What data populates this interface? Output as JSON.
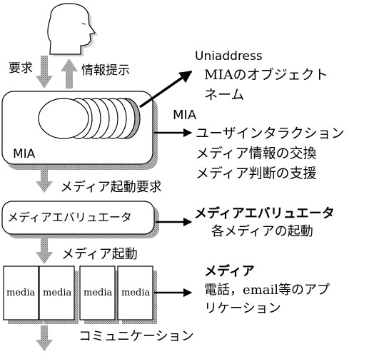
{
  "user": {
    "request_label": "要求",
    "info_label": "情報提示"
  },
  "mia": {
    "box_label": "MIA",
    "side_label": "MIA",
    "functions": [
      "ユーザインタラクション",
      "メディア情報の交換",
      "メディア判断の支援"
    ]
  },
  "uniaddress": {
    "title": "Uniaddress",
    "desc_line1": "MIAのオブジェクト",
    "desc_line2": "ネーム"
  },
  "flow": {
    "media_start_request": "メディア起動要求",
    "media_start": "メディア起動",
    "communication": "コミュニケーション"
  },
  "evaluator": {
    "box_label": "メディアエバリュエータ",
    "title": "メディアエバリュエータ",
    "desc": "各メディアの起動"
  },
  "media": {
    "card_labels": [
      "media",
      "media",
      "media",
      "media"
    ],
    "title": "メディア",
    "desc_line1": "電話，email等のアプ",
    "desc_line2": "リケーション"
  }
}
